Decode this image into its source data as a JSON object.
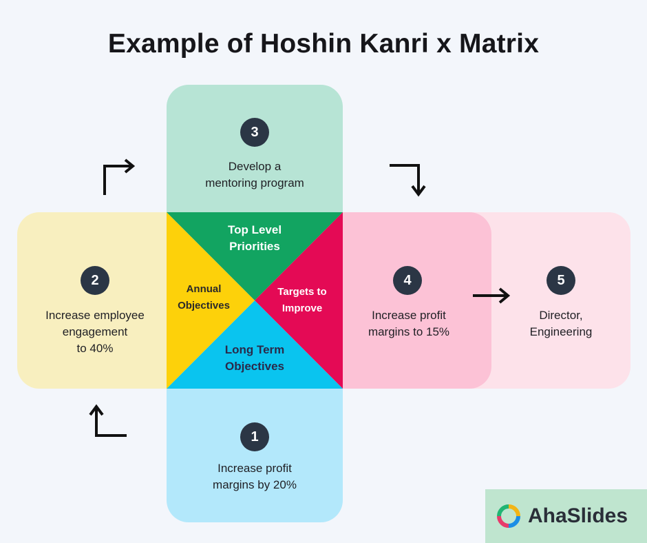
{
  "title": "Example of Hoshin Kanri x Matrix",
  "center": {
    "top": "Top Level\nPriorities",
    "left": "Annual\nObjectives",
    "right": "Targets to\nImprove",
    "bottom": "Long Term\nObjectives"
  },
  "cards": [
    {
      "number": "1",
      "text": "Increase profit\nmargins by 20%"
    },
    {
      "number": "2",
      "text": "Increase employee\nengagement\nto 40%"
    },
    {
      "number": "3",
      "text": "Develop a\nmentoring program"
    },
    {
      "number": "4",
      "text": "Increase profit\nmargins to 15%"
    },
    {
      "number": "5",
      "text": "Director,\nEngineering"
    }
  ],
  "brand": {
    "name": "AhaSlides"
  },
  "colors": {
    "top": "#12a461",
    "left": "#fdd10a",
    "right": "#e40a55",
    "bottom": "#0ac4ef"
  }
}
